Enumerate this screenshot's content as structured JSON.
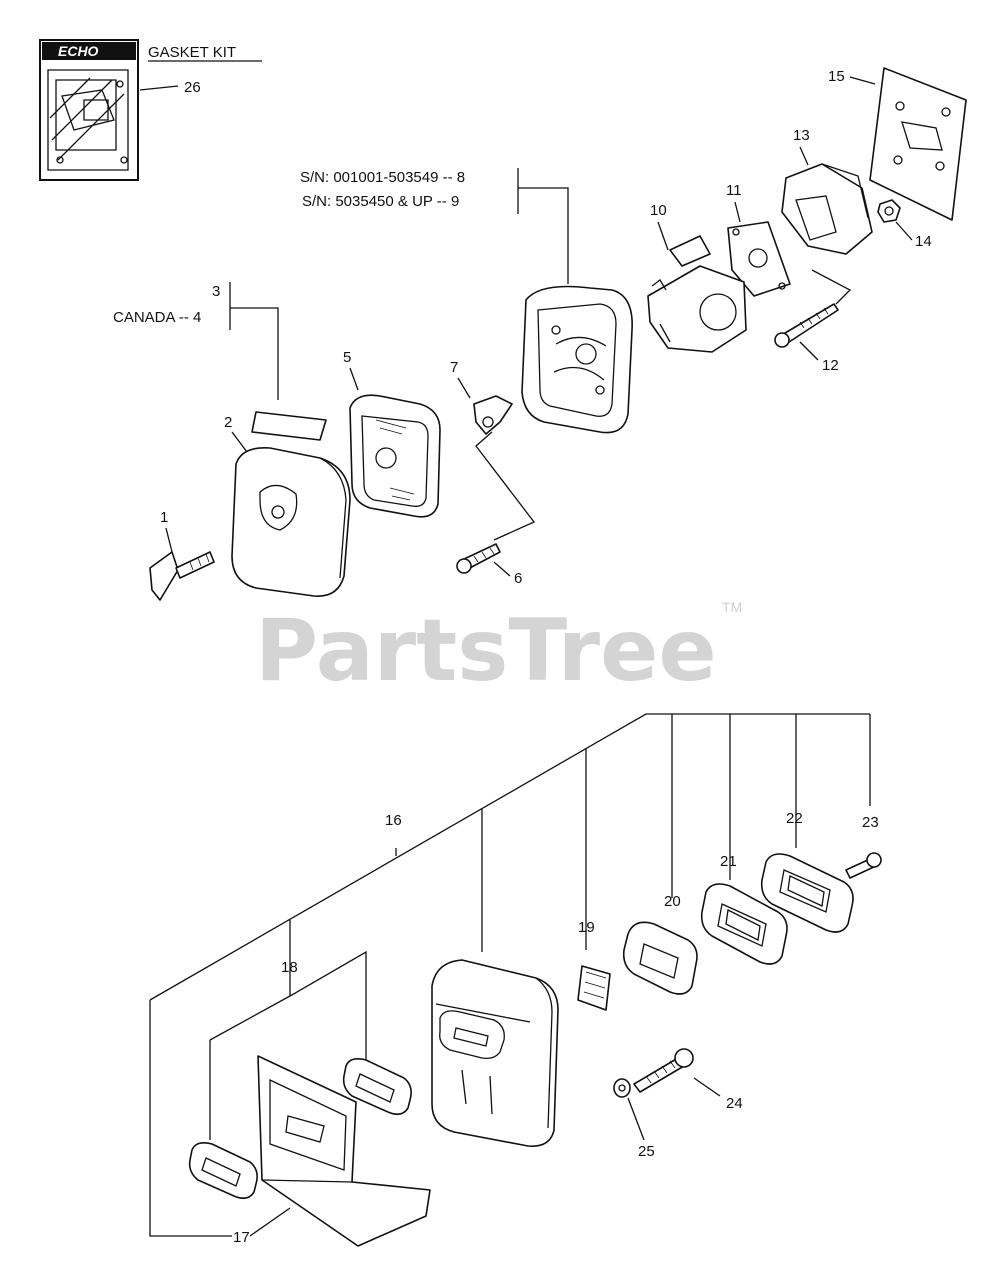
{
  "kit": {
    "brand": "ECHO",
    "title": "GASKET KIT",
    "ref": "26"
  },
  "labels": {
    "p1": "1",
    "p2": "2",
    "p3": "3",
    "p4": "CANADA -- 4",
    "p5": "5",
    "p6": "6",
    "p7": "7",
    "p8": "S/N: 001001-503549 -- 8",
    "p9": "S/N: 5035450 & UP -- 9",
    "p10": "10",
    "p11": "11",
    "p12": "12",
    "p13": "13",
    "p14": "14",
    "p15": "15",
    "p16": "16",
    "p17": "17",
    "p18": "18",
    "p19": "19",
    "p20": "20",
    "p21": "21",
    "p22": "22",
    "p23": "23",
    "p24": "24",
    "p25": "25"
  },
  "watermark": {
    "text": "PartsTree",
    "tm": "TM"
  }
}
